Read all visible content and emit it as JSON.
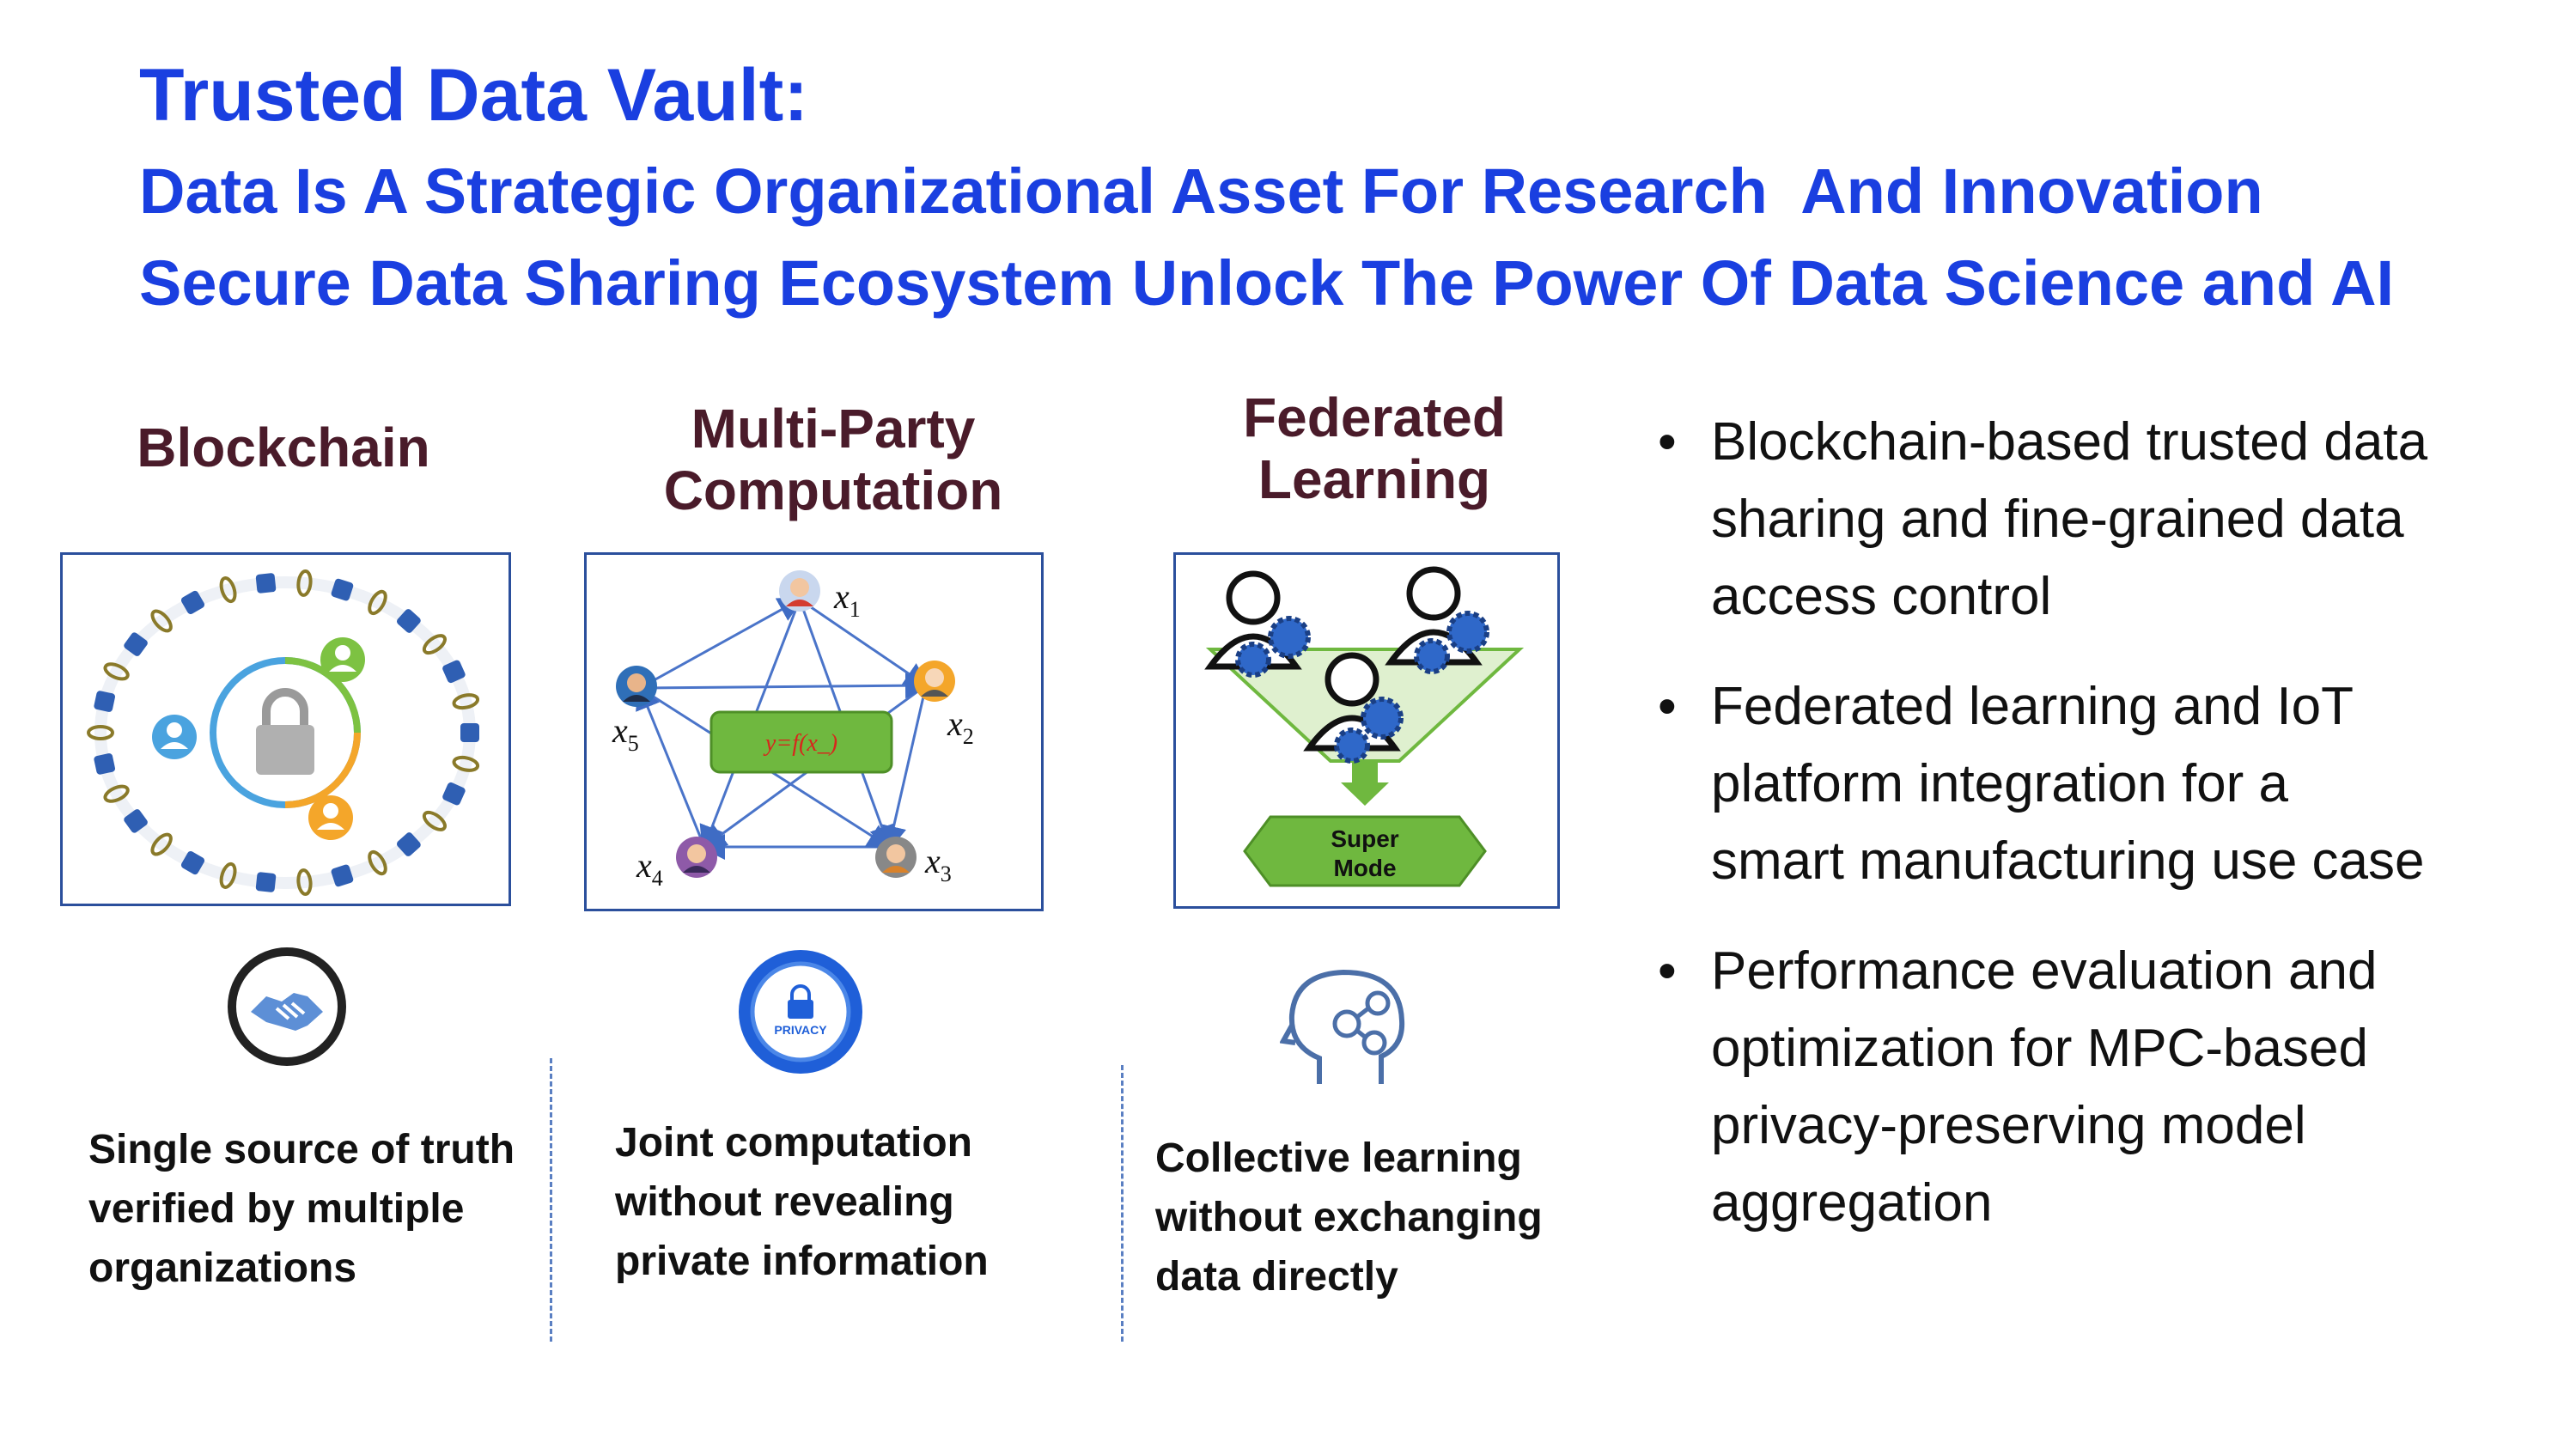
{
  "header": {
    "title": "Trusted Data Vault:",
    "subtitle1": "Data Is A Strategic Organizational Asset For Research  And Innovation",
    "subtitle2": "Secure Data Sharing Ecosystem Unlock The Power Of Data Science and AI"
  },
  "columns": [
    {
      "heading": "Blockchain",
      "caption_lines": [
        "Single source of truth",
        "verified by multiple",
        "organizations"
      ],
      "icon": "handshake-icon"
    },
    {
      "heading_lines": [
        "Multi-Party",
        "Computation"
      ],
      "caption_lines": [
        "Joint computation",
        "without revealing",
        "private information"
      ],
      "icon": "privacy-lock-icon",
      "badge_label": "PRIVACY",
      "diagram": {
        "function_label": "y=f(x_)",
        "nodes": [
          "x1",
          "x2",
          "x3",
          "x4",
          "x5"
        ]
      }
    },
    {
      "heading_lines": [
        "Federated",
        "Learning"
      ],
      "caption_lines": [
        "Collective learning",
        "without exchanging",
        "data directly"
      ],
      "icon": "head-network-icon",
      "model_label_lines": [
        "Super",
        "Mode"
      ]
    }
  ],
  "bullets": [
    [
      "Blockchain-based trusted data",
      "sharing and fine-grained data",
      "access control"
    ],
    [
      "Federated learning and IoT",
      "platform integration for a",
      "smart manufacturing use case"
    ],
    [
      "Performance evaluation and",
      "optimization for MPC-based",
      "privacy-preserving model",
      "aggregation"
    ]
  ],
  "bullet_symbol": "•",
  "colors": {
    "title_blue": "#1a3fe0",
    "heading_maroon": "#4a1b2a",
    "panel_border": "#2b4f9c",
    "green_box": "#6fb83f",
    "function_red": "#d8261c"
  }
}
